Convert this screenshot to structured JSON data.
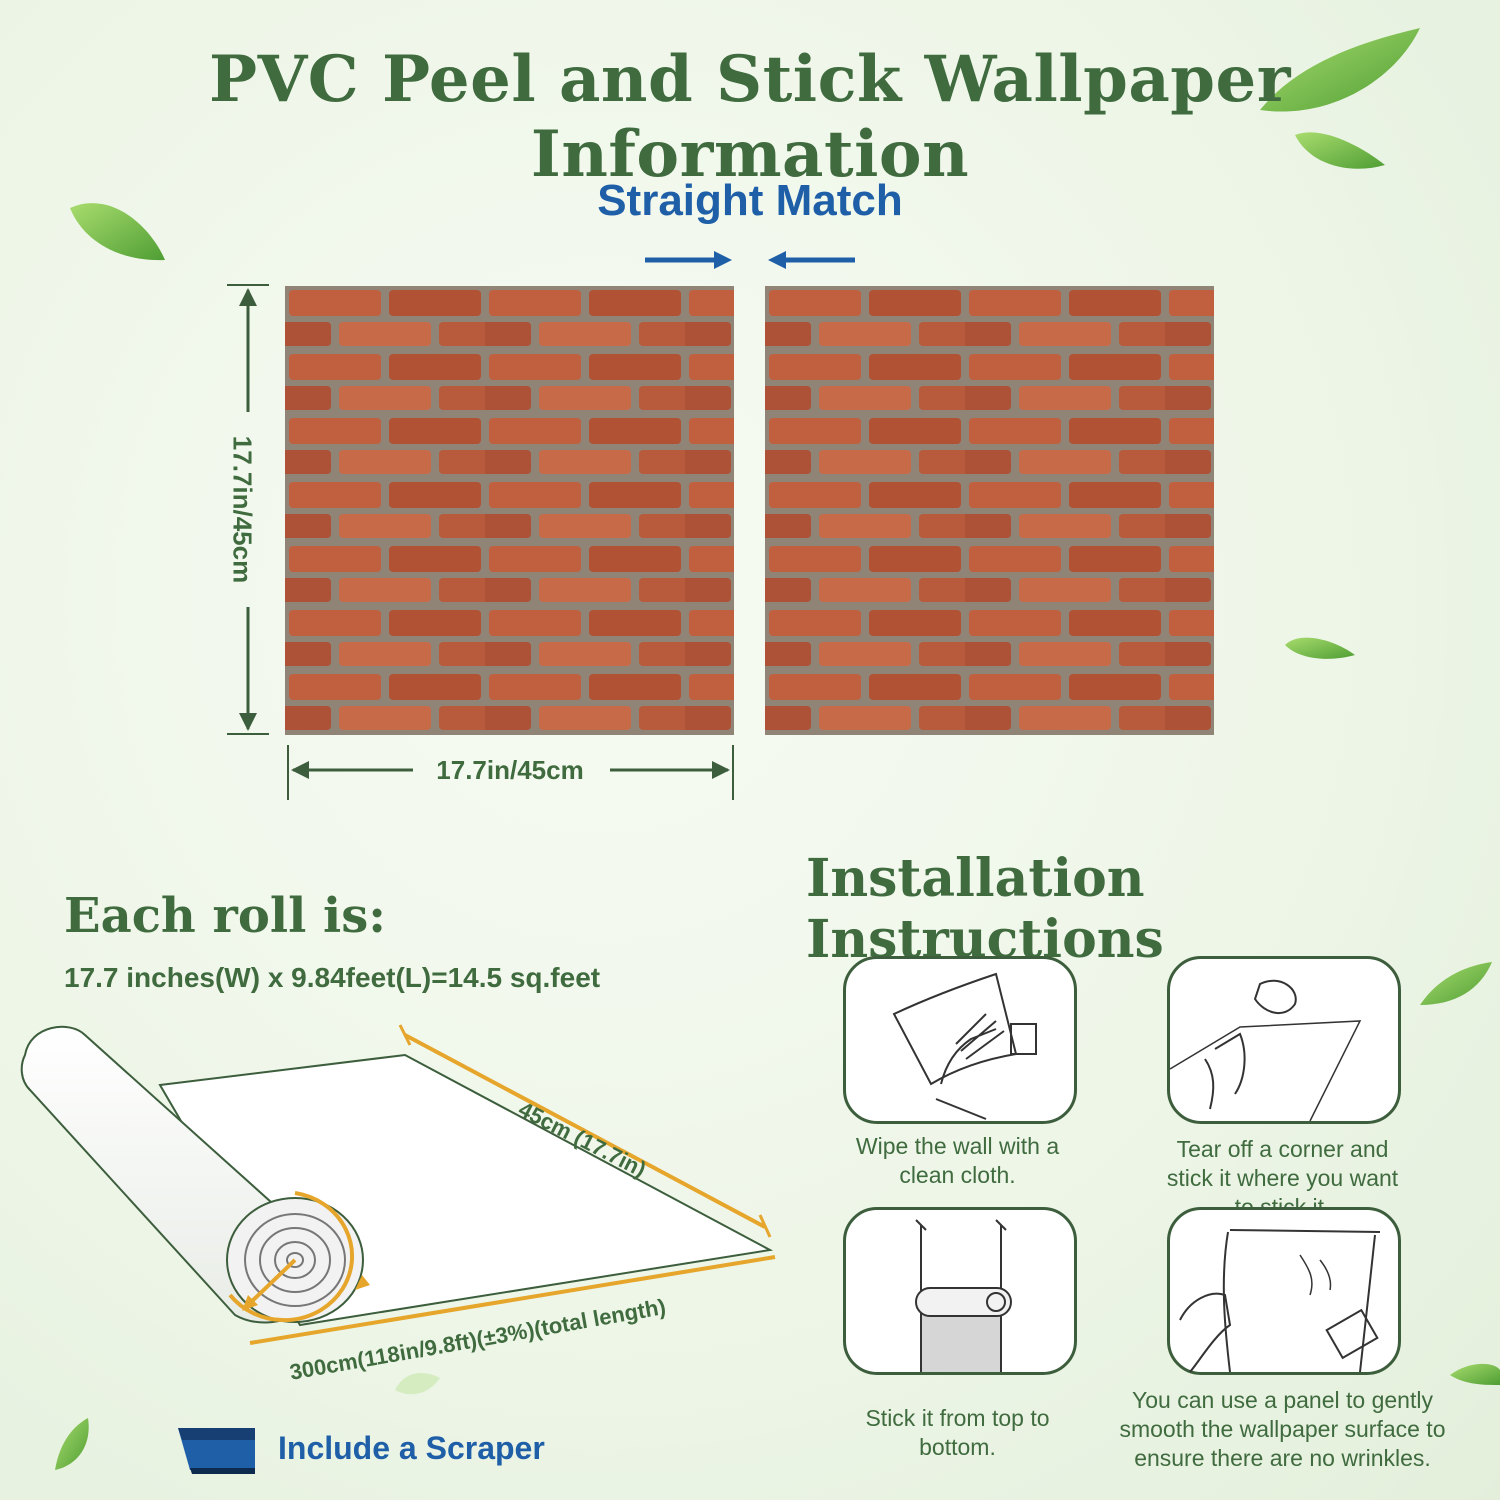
{
  "title": "PVC Peel and Stick Wallpaper Information",
  "match": {
    "label": "Straight Match"
  },
  "panel": {
    "height_label": "17.7in/45cm",
    "width_label": "17.7in/45cm"
  },
  "roll": {
    "heading": "Each roll is:",
    "spec": "17.7 inches(W) x 9.84feet(L)=14.5 sq.feet",
    "width_dim": "45cm (17.7in)",
    "length_dim": "300cm(118in/9.8ft)(±3%)(total length)"
  },
  "install": {
    "heading": "Installation Instructions",
    "steps": [
      "Wipe the wall with a clean cloth.",
      "Tear off a corner and stick it where you want to stick it.",
      "Stick it from top to bottom.",
      "You can use a panel to gently smooth the wallpaper surface to ensure there are no wrinkles."
    ]
  },
  "scraper": {
    "label": "Include a Scraper"
  },
  "colors": {
    "title_green": "#3f6b3f",
    "accent_blue": "#1f5fa8",
    "brick": "#b9573a",
    "roll_dim_orange": "#e6a52b"
  }
}
